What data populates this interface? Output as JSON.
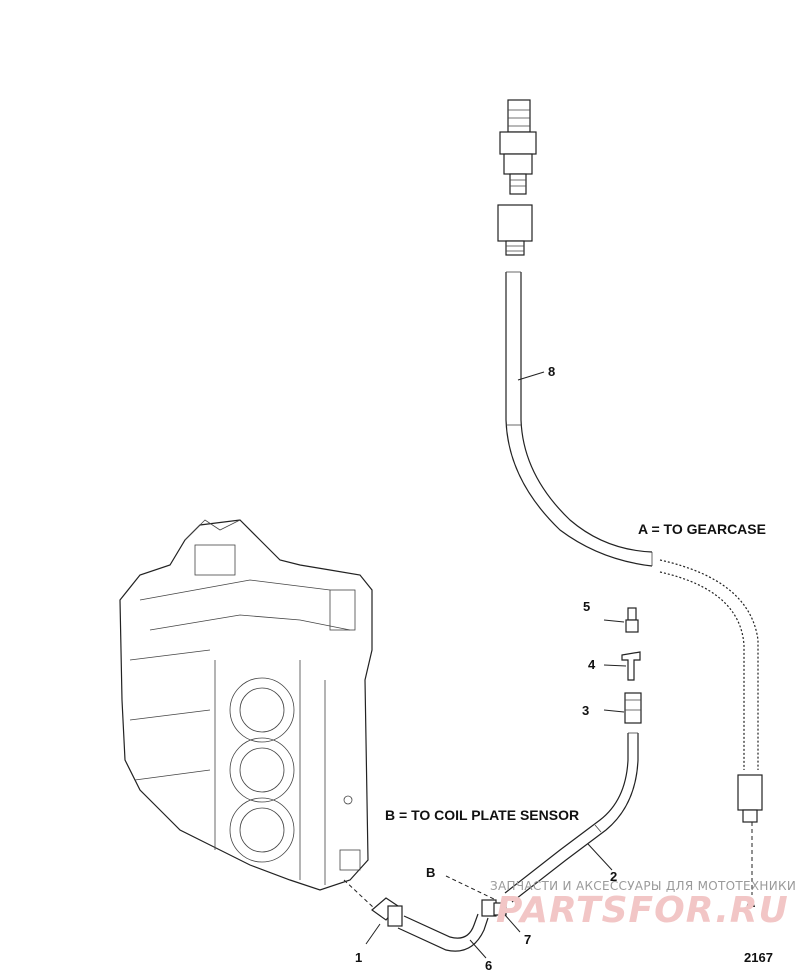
{
  "diagram": {
    "callouts": [
      {
        "id": "1",
        "label": "1"
      },
      {
        "id": "2",
        "label": "2"
      },
      {
        "id": "3",
        "label": "3"
      },
      {
        "id": "4",
        "label": "4"
      },
      {
        "id": "5",
        "label": "5"
      },
      {
        "id": "6",
        "label": "6"
      },
      {
        "id": "7",
        "label": "7"
      },
      {
        "id": "8",
        "label": "8"
      }
    ],
    "notes": {
      "a": "A = TO GEARCASE",
      "b": "B = TO COIL PLATE SENSOR"
    },
    "endpoints": {
      "a": "A",
      "b": "B"
    },
    "figure_number": "2167",
    "watermark": {
      "text": "ЗАПЧАСТИ И АКСЕССУАРЫ ДЛЯ МОТОТЕХНИКИ"
    }
  }
}
